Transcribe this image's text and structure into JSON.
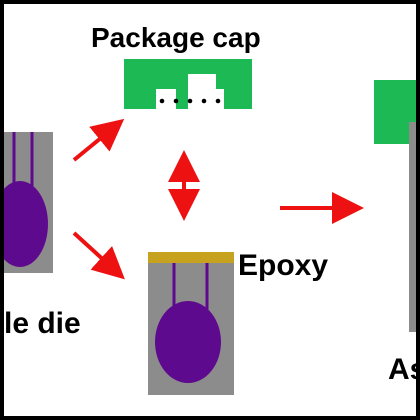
{
  "labels": {
    "package_cap": "Package cap",
    "epoxy": "Epoxy",
    "die_partial": "le die",
    "assembly_partial": "As"
  },
  "colors": {
    "frame": "#000000",
    "background": "#ffffff",
    "cap_green": "#1db954",
    "die_body_gray": "#8c8c8c",
    "die_sphere_purple": "#5e0a8e",
    "wire_purple": "#5e0a8e",
    "epoxy_gold": "#c7a21e",
    "arrow_red": "#ee1111",
    "cap_dots": "#000000"
  },
  "icons": {
    "arrow": "arrow-icon"
  }
}
